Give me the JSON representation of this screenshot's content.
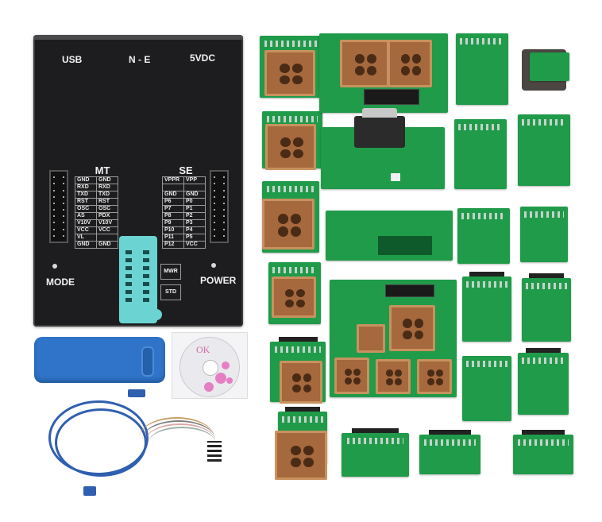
{
  "programmer": {
    "top_labels": {
      "usb": "USB",
      "ne": "N - E",
      "power_in": "5VDC"
    },
    "mt_table": {
      "title": "MT",
      "rows": [
        [
          "GND",
          "GND"
        ],
        [
          "RXD",
          "RXD"
        ],
        [
          "TXD",
          "TXD"
        ],
        [
          "RST",
          "RST"
        ],
        [
          "OSC",
          "OSC"
        ],
        [
          "AS",
          "PDX"
        ],
        [
          "V10V",
          "V10V"
        ],
        [
          "VCC",
          "VCC"
        ],
        [
          "VL",
          ""
        ],
        [
          "GND",
          "GND"
        ]
      ]
    },
    "se_table": {
      "title": "SE",
      "rows": [
        [
          "VPPR",
          "VPP"
        ],
        [
          "",
          ""
        ],
        [
          "GND",
          "GND"
        ],
        [
          "P6",
          "P0"
        ],
        [
          "P7",
          "P1"
        ],
        [
          "P8",
          "P2"
        ],
        [
          "P9",
          "P3"
        ],
        [
          "P10",
          "P4"
        ],
        [
          "P11",
          "P5"
        ],
        [
          "P12",
          "VCC"
        ]
      ]
    },
    "buttons": {
      "mwr": "MWR",
      "std": "STD"
    },
    "side_labels": {
      "mode": "MODE",
      "power": "POWER"
    },
    "colors": {
      "body": "#1d1d1f",
      "zif_socket": "#6cd3d3",
      "text": "#f2f2f2"
    }
  },
  "accessories": {
    "cd_label": "OK",
    "dongle_color": "#2f74c9",
    "usb_cable_color": "#2f5fb0"
  },
  "adapters": {
    "pcb_color": "#1f9b4a",
    "plcc_socket_color": "#a6683d"
  }
}
